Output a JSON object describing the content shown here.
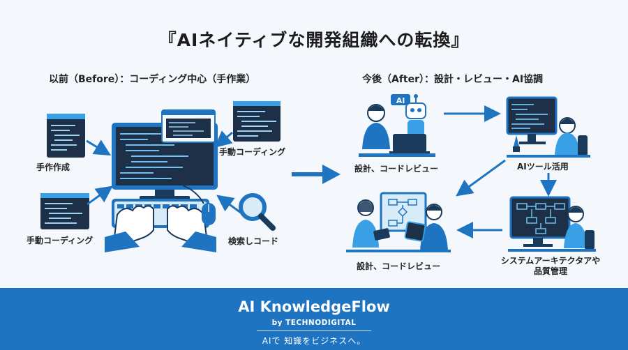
{
  "title": "『AIネイティブな開発組織への転換』",
  "before": {
    "heading": "以前（Before）：コーディング中心（手作業）",
    "labels": {
      "manual_create": "手作作成",
      "manual_coding_top": "手動コーディング",
      "manual_coding_bottom": "手動コーディング",
      "search_code": "検索しコード"
    }
  },
  "after": {
    "heading": "今後（After）：設計・レビュー・AI協調",
    "ai_badge": "AI",
    "labels": {
      "design_review_top": "設計、コードレビュー",
      "ai_tool": "AIツール活用",
      "design_review_bottom": "設計、コードレビュー",
      "architecture_line1": "システムアーキテクタアや",
      "architecture_line2": "品質管理"
    }
  },
  "footer": {
    "brand": "AI KnowledgeFlow",
    "by": "by TECHNODIGITAL",
    "tagline": "AIで 知識をビジネスへ。"
  },
  "colors": {
    "primary": "#1e74c0",
    "dark": "#1a3a5c",
    "screen": "#1d3047",
    "accent": "#3aa0e6"
  }
}
